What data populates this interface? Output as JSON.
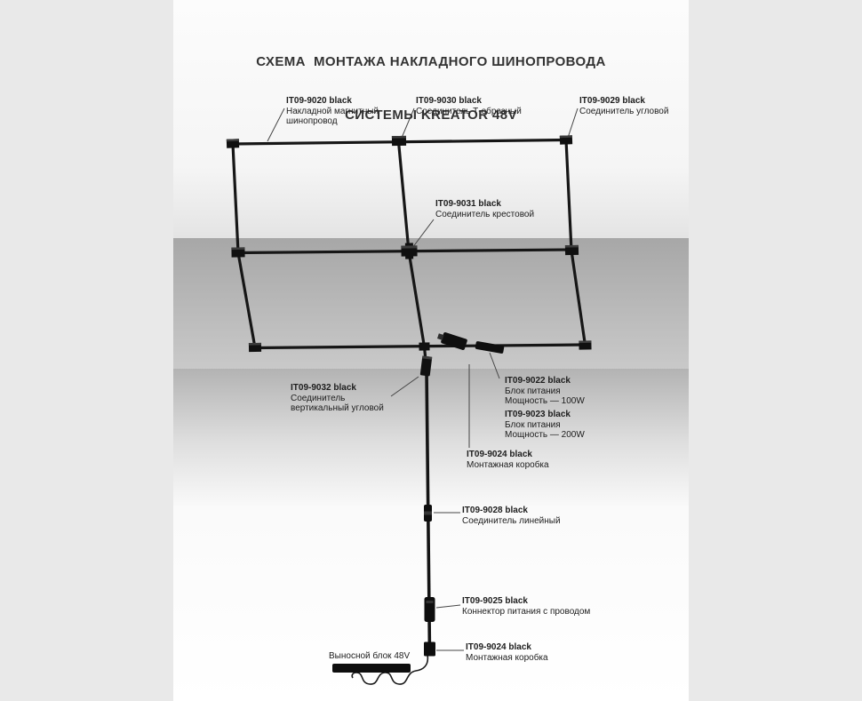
{
  "title": {
    "line1": "СХЕМА  МОНТАЖА НАКЛАДНОГО ШИНОПРОВОДА",
    "line2": "СИСТЕМЫ KREATOR 48V"
  },
  "labels": {
    "track": {
      "code": "IT09-9020 black",
      "desc1": "Накладной магнитный",
      "desc2": "шинопровод"
    },
    "t_connector": {
      "code": "IT09-9030 black",
      "desc1": "Соединитель Т-образный"
    },
    "corner_connector": {
      "code": "IT09-9029 black",
      "desc1": "Соединитель угловой"
    },
    "cross_connector": {
      "code": "IT09-9031 black",
      "desc1": "Соединитель крестовой"
    },
    "vertical_corner_connector": {
      "code": "IT09-9032 black",
      "desc1": "Соединитель",
      "desc2": "вертикальный угловой"
    },
    "psu_100": {
      "code": "IT09-9022 black",
      "desc1": "Блок питания",
      "desc2": "Мощность — 100W"
    },
    "psu_200": {
      "code": "IT09-9023 black",
      "desc1": "Блок питания",
      "desc2": "Мощность — 200W"
    },
    "mounting_box_top": {
      "code": "IT09-9024 black",
      "desc1": "Монтажная коробка"
    },
    "linear_connector": {
      "code": "IT09-9028 black",
      "desc1": "Соединитель линейный"
    },
    "power_connector": {
      "code": "IT09-9025 black",
      "desc1": "Коннектор питания с проводом"
    },
    "mounting_box_bottom": {
      "code": "IT09-9024 black",
      "desc1": "Монтажная коробка"
    },
    "remote_block": {
      "label": "Выносной блок 48V"
    }
  },
  "colors": {
    "page_background": "#e9e9e9",
    "track_line": "#161616",
    "leader_line": "#454545",
    "text": "#1d1d1d"
  }
}
